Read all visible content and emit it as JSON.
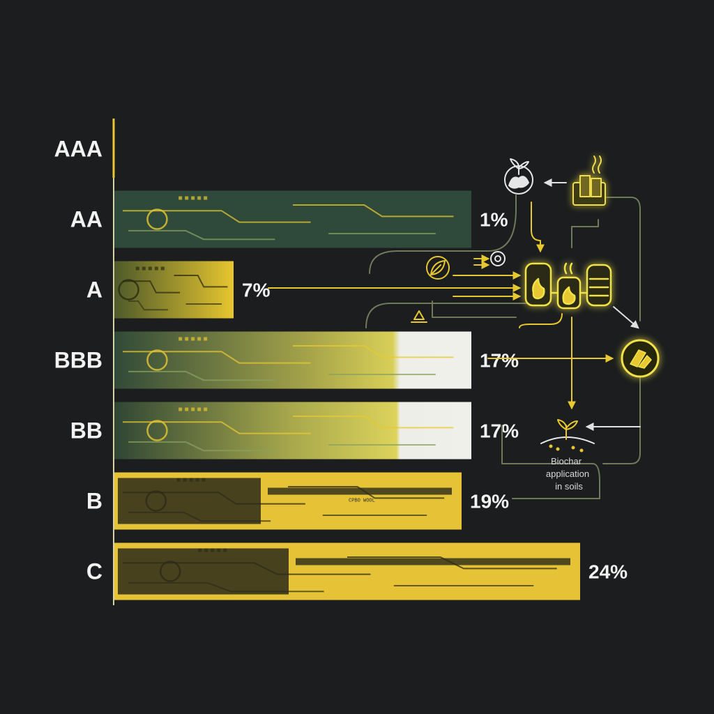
{
  "chart_data": {
    "type": "bar",
    "orientation": "horizontal",
    "categories": [
      "AAA",
      "AA",
      "A",
      "BBB",
      "BB",
      "B",
      "C"
    ],
    "values": [
      0,
      1,
      7,
      17,
      17,
      19,
      24
    ],
    "value_labels": [
      "",
      "1%",
      "7%",
      "17%",
      "17%",
      "19%",
      "24%"
    ],
    "xlim": [
      0,
      24
    ],
    "grid": false,
    "annotation": [
      "Biochar",
      "application",
      "in soils"
    ],
    "bar_palette": {
      "AA": [
        "#2f4a3a",
        "#2f4a3a"
      ],
      "A": [
        "#4e5a2a",
        "#e6c52f"
      ],
      "BBB": [
        "#314a38",
        "#f0f0ea"
      ],
      "BB": [
        "#2f4634",
        "#f0f0ea"
      ],
      "B": [
        "#e6c236",
        "#e6c236"
      ],
      "C": [
        "#e6c236",
        "#e6c236"
      ]
    },
    "colors": {
      "accent": "#e8c832",
      "text": "#f2f2f2",
      "line": "#6f7a5a",
      "background": "#1b1d1e"
    }
  }
}
